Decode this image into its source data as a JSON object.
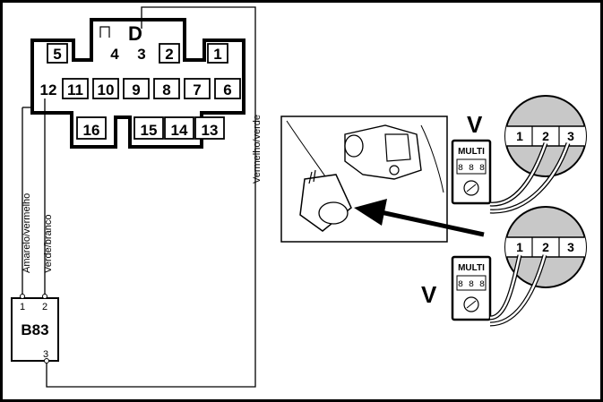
{
  "connector": {
    "title": "D",
    "top_row_boxed": [
      "5",
      "2",
      "1"
    ],
    "top_row_plain": [
      "4",
      "3"
    ],
    "middle_plain": "12",
    "middle_boxed": [
      "11",
      "10",
      "9",
      "8",
      "7",
      "6"
    ],
    "bottom_boxed": [
      "16",
      "15",
      "14",
      "13"
    ]
  },
  "wires": {
    "left": "Amarelo/vermelho",
    "middle": "Verde/branco",
    "right": "Vermelho/verde"
  },
  "component": {
    "label": "B83",
    "pin1": "1",
    "pin2": "2",
    "pin3": "3"
  },
  "meters": [
    {
      "volt_symbol": "V",
      "brand": "MULTI",
      "digits": "8 8 8"
    },
    {
      "volt_symbol": "V",
      "brand": "MULTI",
      "digits": "8 8 8"
    }
  ],
  "terminal_circles": [
    {
      "pins": [
        "1",
        "2",
        "3"
      ]
    },
    {
      "pins": [
        "1",
        "2",
        "3"
      ]
    }
  ]
}
